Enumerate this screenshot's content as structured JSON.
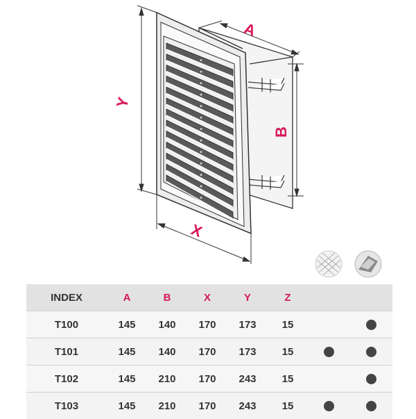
{
  "drawing": {
    "dimension_labels": {
      "a": "A",
      "b": "B",
      "x": "X",
      "y": "Y"
    },
    "accent_color": "#d6185a",
    "option_icons": [
      "mesh-icon",
      "louver-icon"
    ]
  },
  "table": {
    "headers": {
      "index": "INDEX",
      "a": "A",
      "b": "B",
      "x": "X",
      "y": "Y",
      "z": "Z"
    },
    "rows": [
      {
        "index": "T100",
        "a": "145",
        "b": "140",
        "x": "170",
        "y": "173",
        "z": "15",
        "mesh": false,
        "louver": true
      },
      {
        "index": "T101",
        "a": "145",
        "b": "140",
        "x": "170",
        "y": "173",
        "z": "15",
        "mesh": true,
        "louver": true
      },
      {
        "index": "T102",
        "a": "145",
        "b": "210",
        "x": "170",
        "y": "243",
        "z": "15",
        "mesh": false,
        "louver": true
      },
      {
        "index": "T103",
        "a": "145",
        "b": "210",
        "x": "170",
        "y": "243",
        "z": "15",
        "mesh": true,
        "louver": true
      }
    ]
  }
}
